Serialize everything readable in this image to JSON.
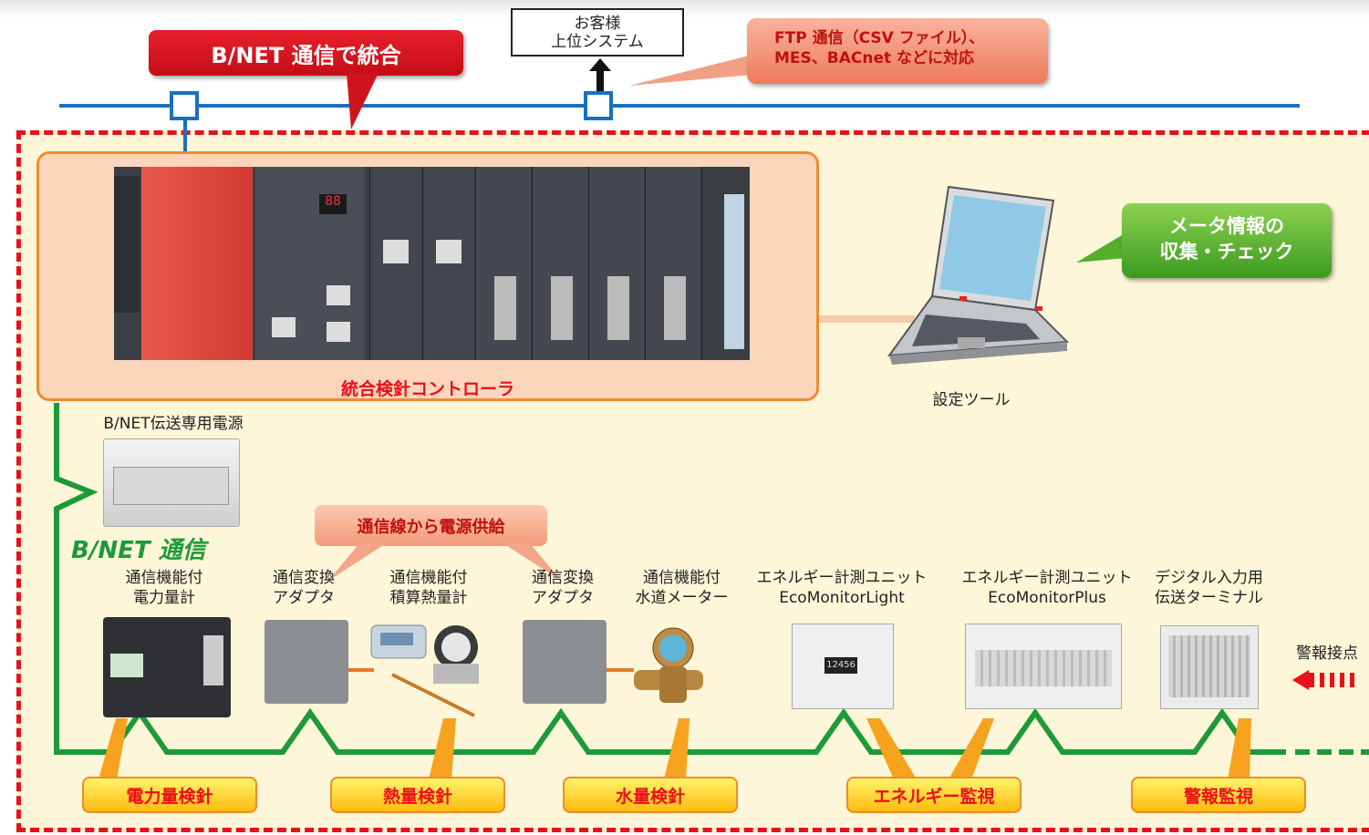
{
  "header": {
    "bnet_title": "B/NET 通信で統合",
    "customer_line1": "お客様",
    "customer_line2": "上位システム",
    "ftp_line1": "FTP 通信（CSV ファイル）、",
    "ftp_line2": "MES、BACnet などに対応"
  },
  "controller": {
    "label": "統合検針コントローラ"
  },
  "tool": {
    "label": "設定ツール",
    "callout_line1": "メータ情報の",
    "callout_line2": "収集・チェック"
  },
  "power_supply": {
    "label": "B/NET伝送専用電源"
  },
  "bnet_label": "B/NET 通信",
  "supply_callout": "通信線から電源供給",
  "devices": [
    {
      "line1": "通信機能付",
      "line2": "電力量計"
    },
    {
      "line1": "通信変換",
      "line2": "アダプタ"
    },
    {
      "line1": "通信機能付",
      "line2": "積算熱量計"
    },
    {
      "line1": "通信変換",
      "line2": "アダプタ"
    },
    {
      "line1": "通信機能付",
      "line2": "水道メーター"
    },
    {
      "line1": "エネルギー計測ユニット",
      "line2": "EcoMonitorLight"
    },
    {
      "line1": "エネルギー計測ユニット",
      "line2": "EcoMonitorPlus"
    },
    {
      "line1": "デジタル入力用",
      "line2": "伝送ターミナル"
    }
  ],
  "alarm_contact": "警報接点",
  "functions": [
    "電力量検針",
    "熱量検針",
    "水量検針",
    "エネルギー監視",
    "警報監視"
  ],
  "colors": {
    "bus_blue": "#1a6fc2",
    "boundary_red": "#e8101a",
    "bnet_green": "#1d9a38",
    "callout_orange": "#ef8b2e"
  }
}
